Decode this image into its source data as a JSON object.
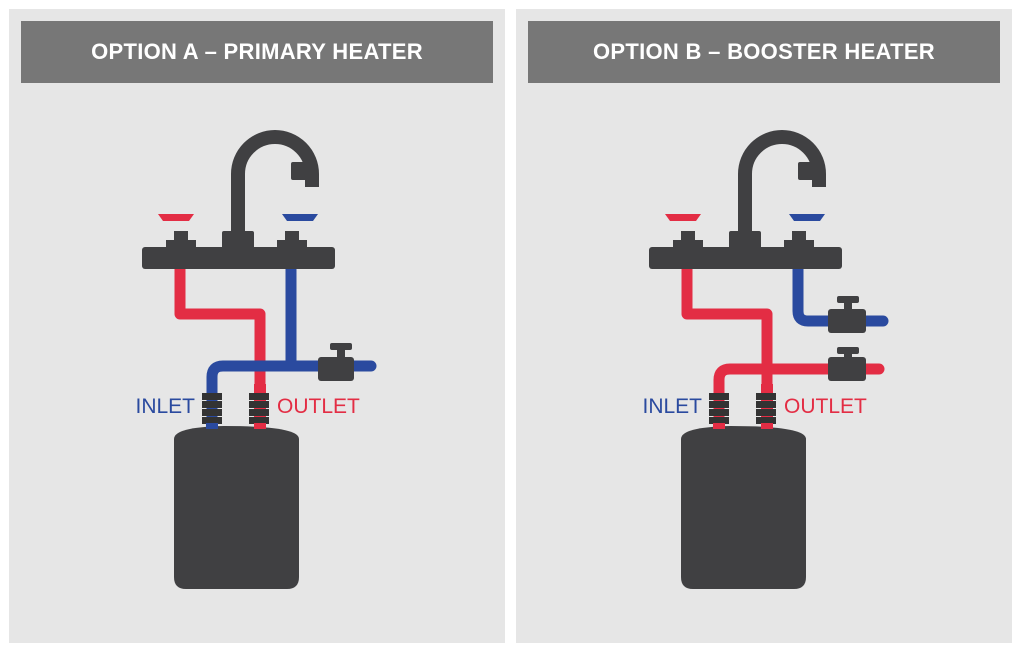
{
  "panels": [
    {
      "title": "OPTION A – PRIMARY HEATER",
      "inlet_label": "INLET",
      "outlet_label": "OUTLET"
    },
    {
      "title": "OPTION B – BOOSTER HEATER",
      "inlet_label": "INLET",
      "outlet_label": "OUTLET"
    }
  ],
  "colors": {
    "panel_bg": "#e6e6e6",
    "header_bg": "#777777",
    "fixture": "#404042",
    "hot": "#e32d44",
    "cold": "#2a4a9f"
  }
}
